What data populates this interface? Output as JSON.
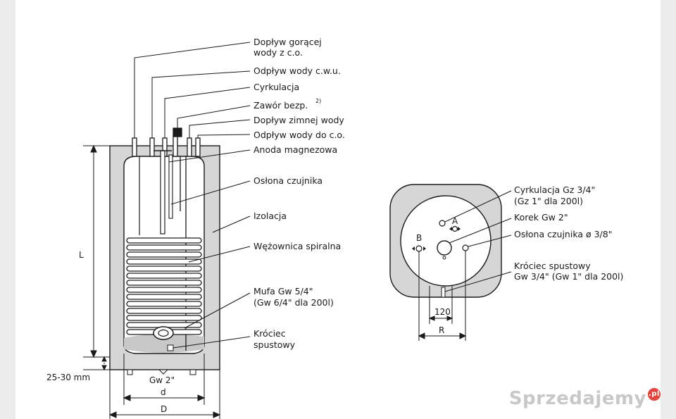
{
  "side_labels": [
    "Dopływ gorącej",
    "wody z c.o.",
    "Odpływ wody c.w.u.",
    "Cyrkulacja",
    "Zawór bezp.",
    "Dopływ zimnej wody",
    "Odpływ wody do c.o.",
    "Anoda magnezowa",
    "Osłona czujnika",
    "Izolacja",
    "Wężownica spiralna",
    "Mufa Gw 5/4\"",
    "(Gw 6/4\" dla 200l)",
    "Króciec",
    "spustowy"
  ],
  "valve_superscript": "2)",
  "dimensions": {
    "height": "L",
    "foot": "25-30 mm",
    "bottom_thread": "Gw 2\"",
    "inner_diameter": "d",
    "outer_diameter": "D",
    "top_dim": "120",
    "radius": "R"
  },
  "top_labels": [
    "Cyrkulacja Gz 3/4\"",
    "(Gz 1\" dla 200l)",
    "Korek Gw 2\"",
    "Osłona czujnika ø 3/8\"",
    "Króciec spustowy",
    "Gw 3/4\" (Gw 1\" dla 200l)"
  ],
  "top_letters": {
    "a": "A",
    "b": "B"
  },
  "watermark": {
    "text": "Sprzedajemy",
    "badge": ".pl"
  }
}
